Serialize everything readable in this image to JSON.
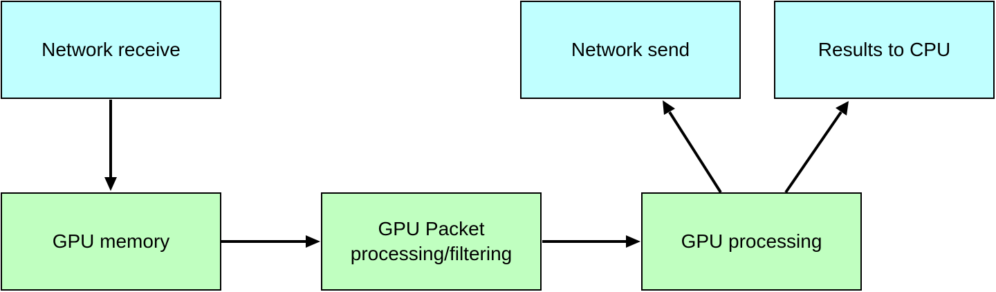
{
  "nodes": {
    "network_receive": "Network receive",
    "network_send": "Network send",
    "results_to_cpu": "Results to CPU",
    "gpu_memory": "GPU memory",
    "gpu_packet_line1": "GPU Packet",
    "gpu_packet_line2": "processing/filtering",
    "gpu_processing": "GPU processing"
  },
  "edges": [
    {
      "from": "Network receive",
      "to": "GPU memory"
    },
    {
      "from": "GPU memory",
      "to": "GPU Packet processing/filtering"
    },
    {
      "from": "GPU Packet processing/filtering",
      "to": "GPU processing"
    },
    {
      "from": "GPU processing",
      "to": "Network send"
    },
    {
      "from": "GPU processing",
      "to": "Results to CPU"
    }
  ],
  "colors": {
    "io_box_fill": "#c0ffff",
    "gpu_box_fill": "#c0ffc0",
    "stroke": "#000000"
  }
}
